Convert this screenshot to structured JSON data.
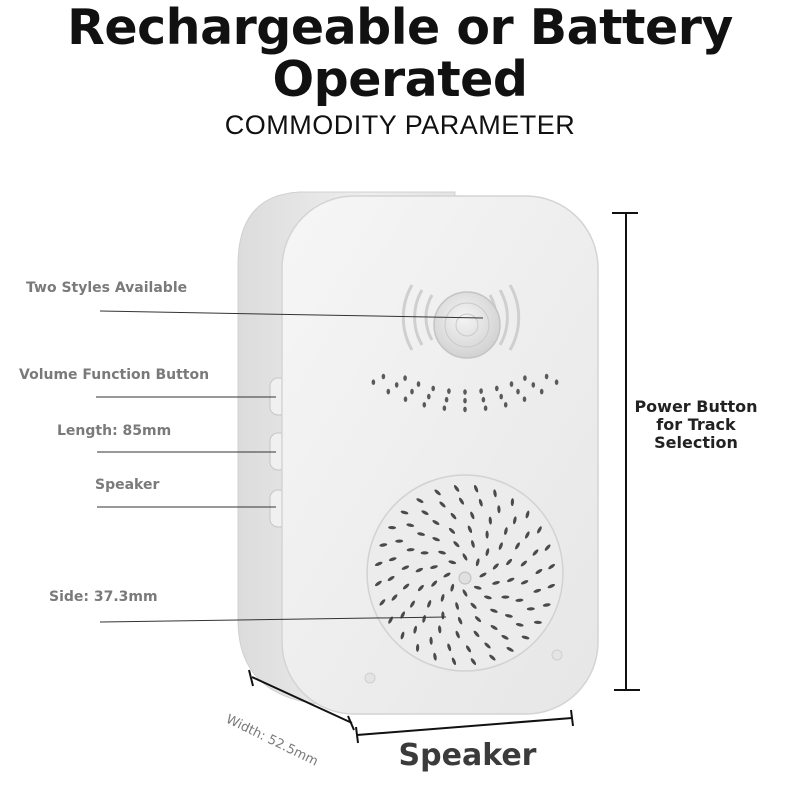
{
  "header": {
    "title_line1": "Rechargeable or Battery",
    "title_line2": "Operated",
    "subtitle": "COMMODITY PARAMETER"
  },
  "labels": {
    "two_styles": "Two Styles Available",
    "volume_button": "Volume Function Button",
    "length": "Length: 85mm",
    "speaker_side": "Speaker",
    "side": "Side: 37.3mm",
    "power_line1": "Power Button",
    "power_line2": "for Track",
    "power_line3": "Selection",
    "width": "Width: 52.5mm",
    "speaker_bottom": "Speaker"
  },
  "colors": {
    "device_body": "#ededed",
    "label_gray": "#7a7a7a",
    "leader_line": "#333333"
  },
  "icons": {
    "pir_sensor": "motion-sensor-lens",
    "speaker_grille": "speaker-grille"
  }
}
